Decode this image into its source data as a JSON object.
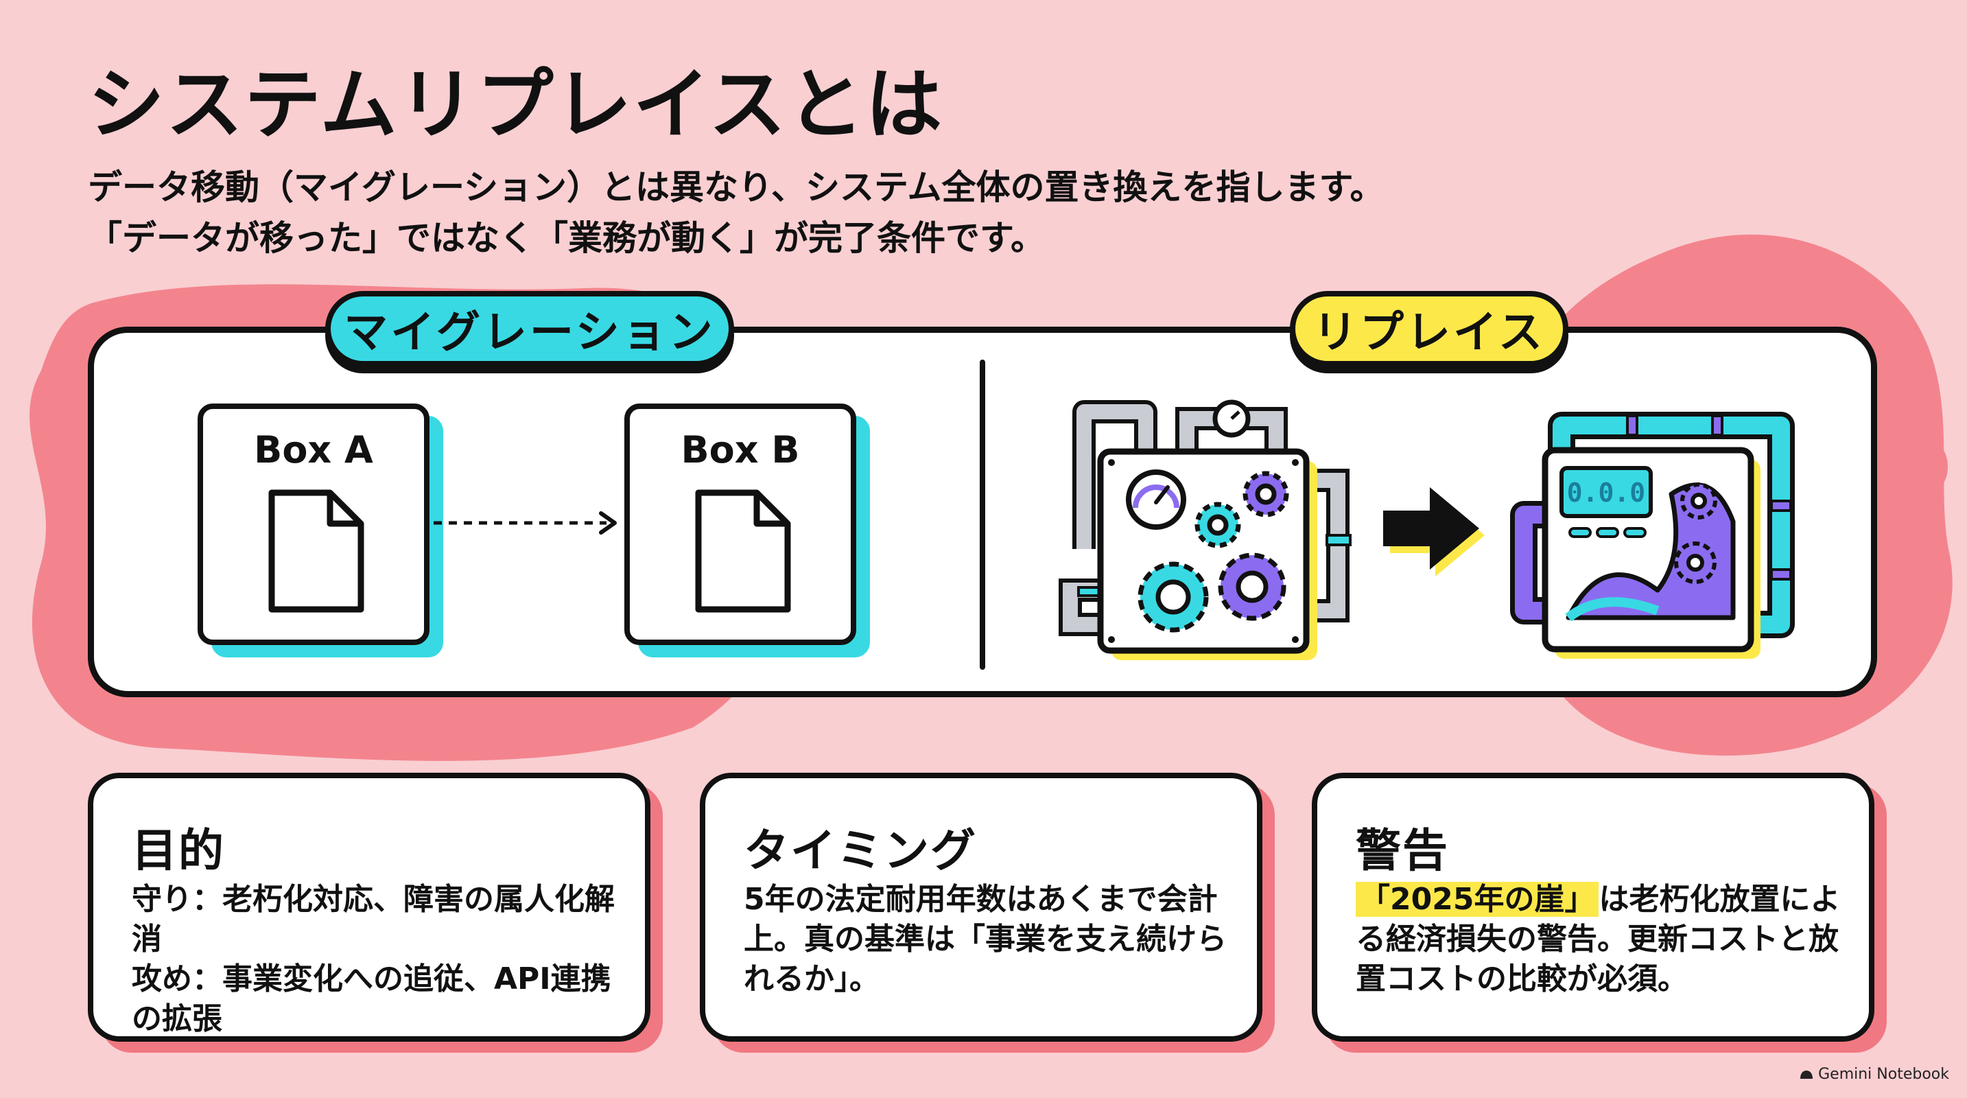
{
  "header": {
    "title": "システムリプレイスとは",
    "subtitle_line1": "データ移動（マイグレーション）とは異なり、システム全体の置き換えを指します。",
    "subtitle_line2": "「データが移った」ではなく「業務が動く」が完了条件です。"
  },
  "comparison": {
    "migration_label": "マイグレーション",
    "replace_label": "リプレイス",
    "box_a_label": "Box A",
    "box_b_label": "Box B",
    "legacy_display": "0.0.0"
  },
  "cards": {
    "purpose": {
      "title": "目的",
      "line1": "守り：老朽化対応、障害の属人化解消",
      "line2": "攻め：事業変化への追従、API連携の拡張"
    },
    "timing": {
      "title": "タイミング",
      "text": "5年の法定耐用年数はあくまで会計上。真の基準は「事業を支え続けられるか」。"
    },
    "warning": {
      "title": "警告",
      "highlight": "「2025年の崖」",
      "text": "は老朽化放置による経済損失の警告。更新コストと放置コストの比較が必須。"
    }
  },
  "watermark": "Gemini Notebook",
  "colors": {
    "background": "#f9cfd2",
    "blob": "#f3848d",
    "cyan": "#38d9e3",
    "yellow": "#fde84a",
    "purple": "#8b6cf0"
  }
}
